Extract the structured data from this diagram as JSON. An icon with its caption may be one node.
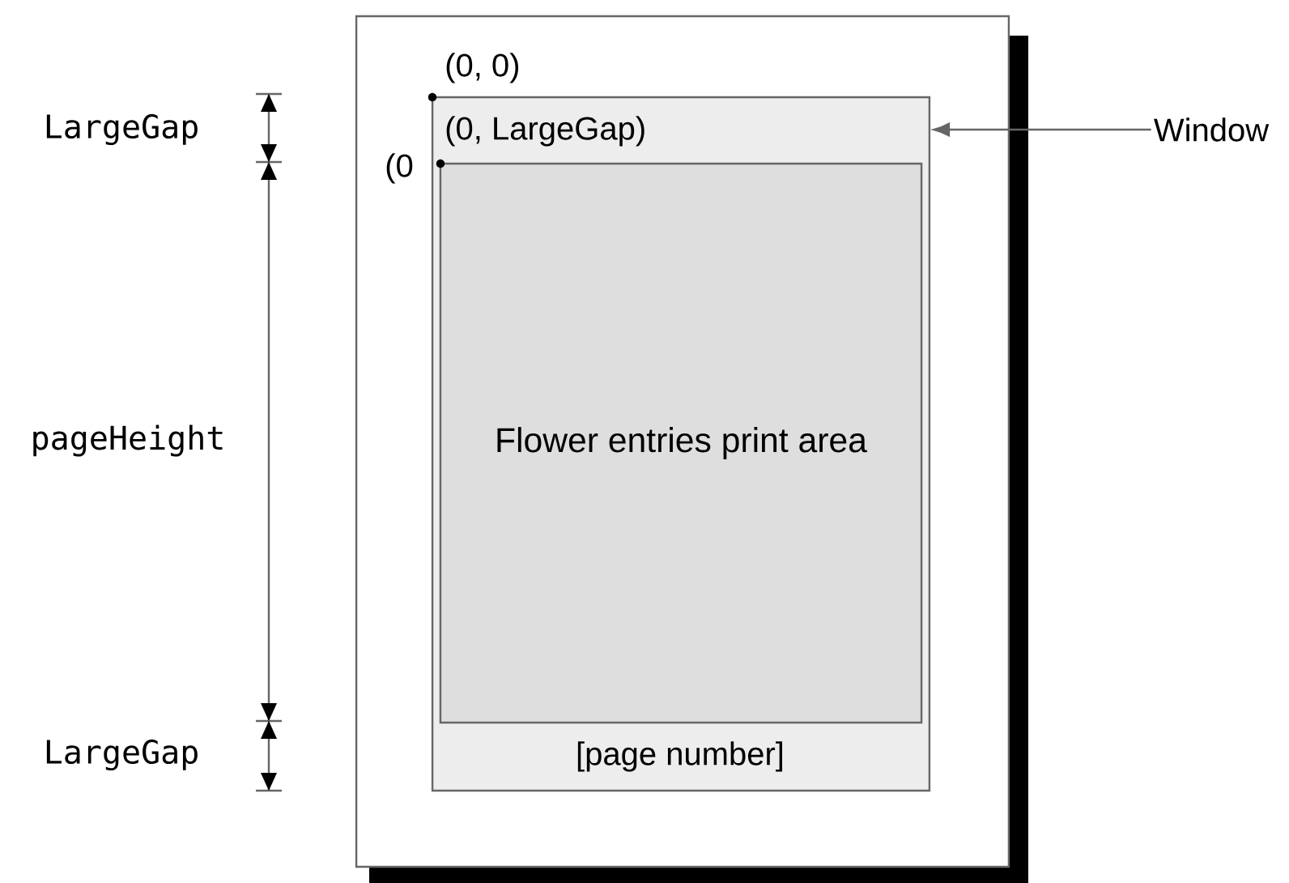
{
  "diagram": {
    "nodes": [
      {
        "text": [],
        "shape": "box"
      },
      {
        "text": [],
        "shape": "box",
        "in": 0
      },
      {
        "text": [
          "Flower entries print area"
        ],
        "in": 1
      },
      {
        "text": [
          "Window"
        ]
      }
    ],
    "edges": [
      {
        "from": 3,
        "to": 1,
        "arrow": "to"
      }
    ],
    "labels": [
      "(0, 0)",
      "LargeGap",
      "(0, LargeGap)",
      "(0",
      "pageHeight",
      "LargeGap",
      "[page number]"
    ]
  }
}
